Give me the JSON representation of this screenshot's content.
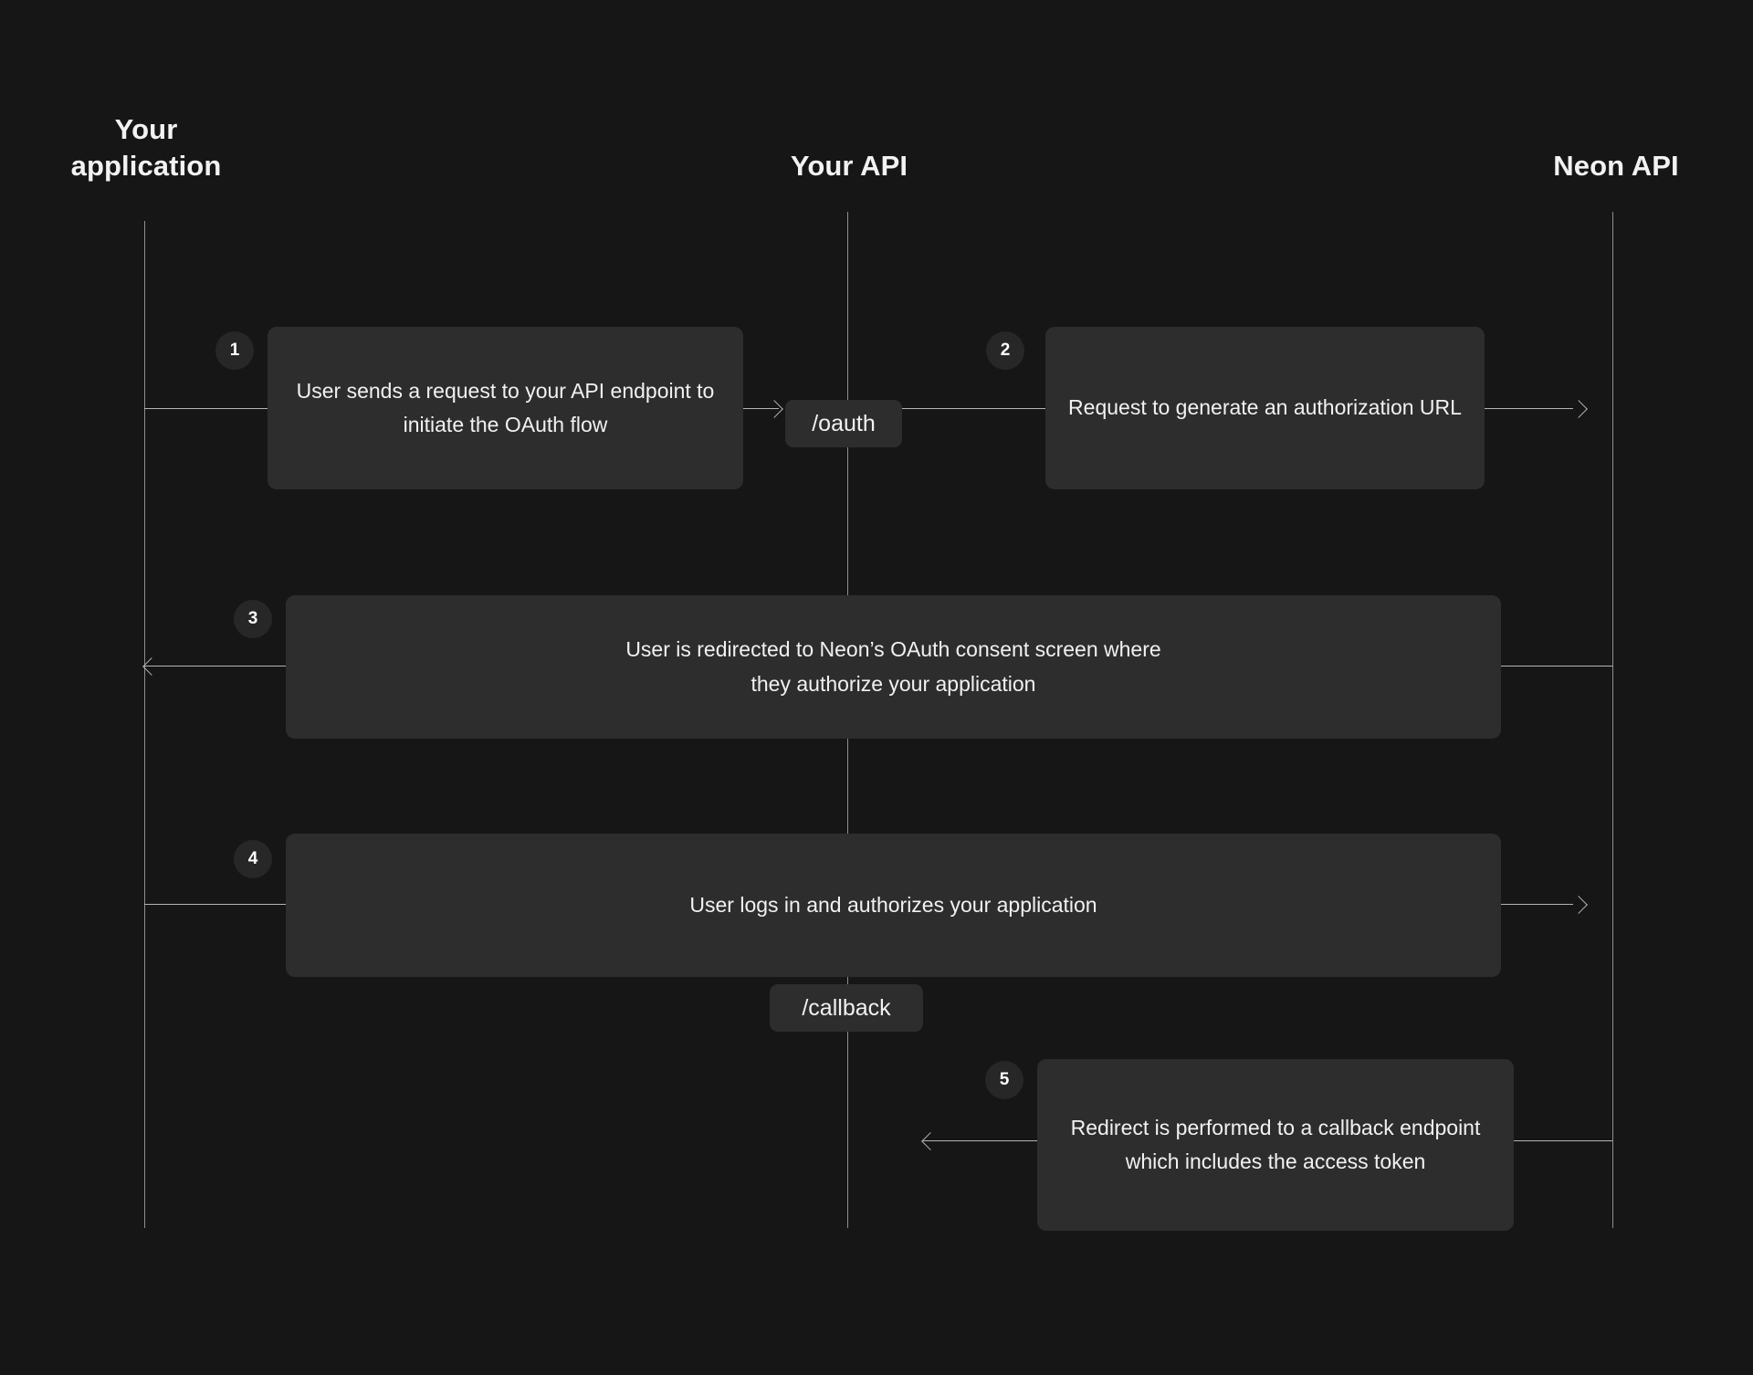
{
  "diagram": {
    "title": "Neon OAuth flow sequence diagram",
    "background_color": "#161616",
    "box_color": "#2d2d2d",
    "line_color": "#b4b4b4",
    "text_color": "#f1f1f1"
  },
  "actors": [
    {
      "id": "application",
      "label": "Your\napplication"
    },
    {
      "id": "your-api",
      "label": "Your API"
    },
    {
      "id": "neon-api",
      "label": "Neon API"
    }
  ],
  "steps": [
    {
      "number": "1",
      "text": "User sends a request to your API endpoint to initiate the OAuth flow",
      "from": "application",
      "to": "your-api",
      "direction": "right"
    },
    {
      "number": "2",
      "text": "Request to generate an authorization URL",
      "from": "your-api",
      "to": "neon-api",
      "direction": "right"
    },
    {
      "number": "3",
      "text": "User is redirected to Neon’s OAuth consent screen where\nthey authorize your application",
      "from": "neon-api",
      "to": "application",
      "direction": "left"
    },
    {
      "number": "4",
      "text": "User logs in and authorizes your application",
      "from": "application",
      "to": "neon-api",
      "direction": "right"
    },
    {
      "number": "5",
      "text": "Redirect is performed to a callback endpoint which includes the access token",
      "from": "neon-api",
      "to": "your-api",
      "direction": "left"
    }
  ],
  "endpoints": [
    {
      "id": "oauth",
      "label": "/oauth"
    },
    {
      "id": "callback",
      "label": "/callback"
    }
  ]
}
